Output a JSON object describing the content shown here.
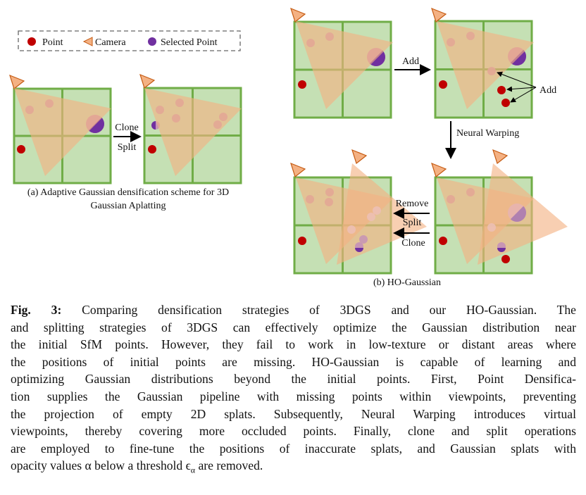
{
  "legend": {
    "point": "Point",
    "camera": "Camera",
    "selected_point": "Selected  Point"
  },
  "colors": {
    "point": "#c00000",
    "selected": "#7030a0",
    "camera": "#f4b183",
    "camera_edge": "#c55a11",
    "grid_fill": "#c5e0b4",
    "grid_line": "#70ad47",
    "gaussian": "#c896b4"
  },
  "panel_a": {
    "arrow_top": "Clone",
    "arrow_bottom": "Split",
    "caption_line1": "(a) Adaptive Gaussian densification scheme for 3D",
    "caption_line2": "Gaussian Aplatting"
  },
  "panel_b": {
    "add_arrow": "Add",
    "add_pointer": "Add",
    "warp": "Neural Warping",
    "remove": "Remove",
    "split": "Split",
    "clone": "Clone",
    "caption": "(b) HO-Gaussian"
  },
  "caption": {
    "label": "Fig. 3:",
    "line1": " Comparing densification strategies of 3DGS and our HO-Gaussian. The",
    "lines": [
      "and splitting strategies of 3DGS can effectively optimize the Gaussian distribution near",
      "the initial SfM points. However, they fail to work in low-texture or distant areas where",
      "the positions of initial points are missing. HO-Gaussian is capable of learning and",
      "optimizing Gaussian distributions beyond the initial points. First, Point Densifica-",
      "tion supplies the Gaussian pipeline with missing points within viewpoints, preventing",
      "the projection of empty 2D splats. Subsequently, Neural Warping introduces virtual",
      "viewpoints, thereby covering more occluded points. Finally, clone and split operations",
      "are employed to fine-tune the positions of inaccurate splats, and Gaussian splats with"
    ],
    "last_prefix": "opacity values α below a threshold ϵ",
    "last_sub": "α",
    "last_suffix": " are removed."
  }
}
